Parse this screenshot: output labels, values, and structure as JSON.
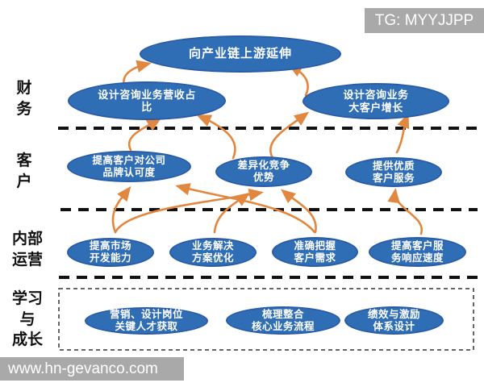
{
  "banner": {
    "top_right": "TG: MYYJJPP",
    "bottom_left": "www.hn-gevanco.com"
  },
  "perspectives": [
    {
      "id": "finance",
      "lines": [
        "财",
        "务"
      ]
    },
    {
      "id": "customer",
      "lines": [
        "客",
        "户"
      ]
    },
    {
      "id": "operations",
      "lines": [
        "内部",
        "运营"
      ]
    },
    {
      "id": "learning",
      "lines": [
        "学习",
        "与",
        "成长"
      ]
    }
  ],
  "nodes": {
    "vision": {
      "lines": [
        "向产业链上游延伸"
      ]
    },
    "fin_left": {
      "lines": [
        "设计咨询业务营收占",
        "比"
      ]
    },
    "fin_right": {
      "lines": [
        "设计咨询业务",
        "大客户增长"
      ]
    },
    "cust_left": {
      "lines": [
        "提高客户对公司",
        "品牌认可度"
      ]
    },
    "cust_mid": {
      "lines": [
        "差异化竞争",
        "优势"
      ]
    },
    "cust_right": {
      "lines": [
        "提供优质",
        "客户服务"
      ]
    },
    "ops_market": {
      "lines": [
        "提高市场",
        "开发能力"
      ]
    },
    "ops_solution": {
      "lines": [
        "业务解决",
        "方案优化"
      ]
    },
    "ops_demand": {
      "lines": [
        "准确把握",
        "客户需求"
      ]
    },
    "ops_response": {
      "lines": [
        "提高客户服",
        "务响应速度"
      ]
    },
    "learn_talent": {
      "lines": [
        "营销、设计岗位",
        "关键人才获取"
      ]
    },
    "learn_process": {
      "lines": [
        "梳理整合",
        "核心业务流程"
      ]
    },
    "learn_perf": {
      "lines": [
        "绩效与激励",
        "体系设计"
      ]
    }
  },
  "edges": [
    {
      "from": "fin_left",
      "to": "vision"
    },
    {
      "from": "fin_right",
      "to": "vision"
    },
    {
      "from": "cust_left",
      "to": "fin_left"
    },
    {
      "from": "cust_mid",
      "to": "fin_left"
    },
    {
      "from": "cust_mid",
      "to": "fin_right"
    },
    {
      "from": "cust_right",
      "to": "fin_right"
    },
    {
      "from": "ops_market",
      "to": "cust_left"
    },
    {
      "from": "ops_market",
      "to": "cust_mid"
    },
    {
      "from": "ops_solution",
      "to": "cust_mid"
    },
    {
      "from": "ops_demand",
      "to": "cust_left"
    },
    {
      "from": "ops_demand",
      "to": "cust_mid"
    },
    {
      "from": "ops_response",
      "to": "cust_right"
    }
  ],
  "colors": {
    "node_fill": "#2f6eb5",
    "node_border": "#2a5ca8",
    "arrow_orange": "#e2873f",
    "banner_gray": "#a9a9a9",
    "dash_black": "#111111"
  }
}
